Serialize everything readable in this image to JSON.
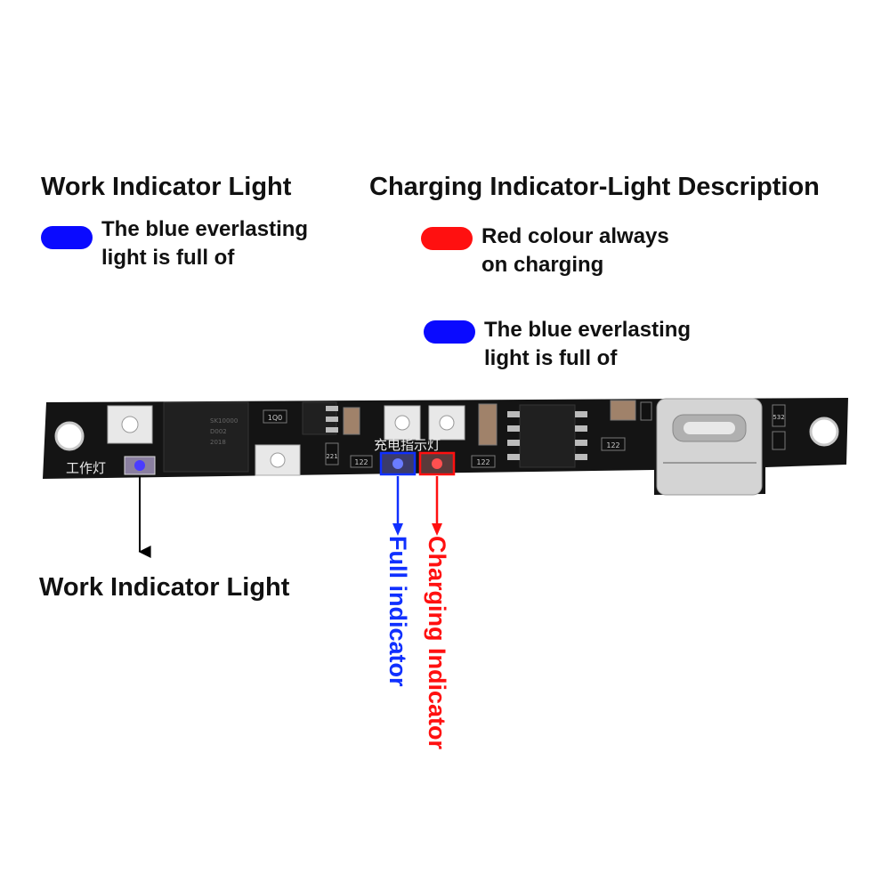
{
  "colors": {
    "blue": "#0a0aff",
    "red": "#ff1010",
    "board": "#141414"
  },
  "work_legend": {
    "heading": "Work Indicator Light",
    "swatch_color": "#0a0aff",
    "lines": [
      "The blue everlasting",
      "light is full of"
    ]
  },
  "charging_legend": {
    "heading": "Charging Indicator-Light Description",
    "items": [
      {
        "swatch_color": "#ff1010",
        "lines": [
          "Red colour always",
          "on charging"
        ]
      },
      {
        "swatch_color": "#0a0aff",
        "lines": [
          "The blue everlasting",
          "light is full of"
        ]
      }
    ]
  },
  "board": {
    "silk_work": "工作灯",
    "silk_charge": "充电指示灯",
    "chip1": [
      "SK10000",
      "D002",
      "2018"
    ],
    "chip2": [],
    "resistors": [
      "1Q0",
      "122",
      "122",
      "221",
      "122",
      "532"
    ]
  },
  "callouts": {
    "work_label": "Work Indicator Light",
    "full_label": "Full indicator",
    "charging_label": "Charging Indicator"
  }
}
